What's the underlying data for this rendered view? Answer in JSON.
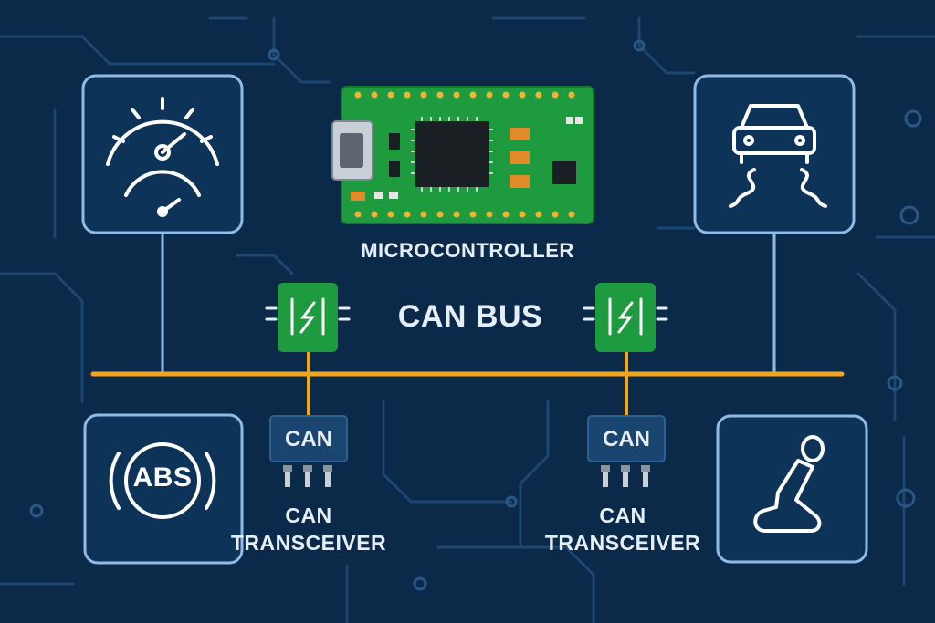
{
  "microcontroller": {
    "label": "MICROCONTROLLER"
  },
  "bus": {
    "label": "CAN BUS"
  },
  "transceivers": [
    {
      "chip_text": "CAN",
      "caption_line1": "CAN",
      "caption_line2": "TRANSCEIVER"
    },
    {
      "chip_text": "CAN",
      "caption_line1": "CAN",
      "caption_line2": "TRANSCEIVER"
    }
  ],
  "nodes": {
    "speedometer": {
      "icon": "speedometer-icon"
    },
    "traction": {
      "icon": "car-skid-icon"
    },
    "abs": {
      "icon": "abs-warning-icon",
      "text": "ABS"
    },
    "seat": {
      "icon": "car-seat-icon"
    }
  },
  "colors": {
    "background": "#0b2a4a",
    "trace": "#1d4670",
    "bus": "#f2a51f",
    "pcb_green": "#1e9a3f",
    "node_border": "#8fbbe6",
    "node_fill": "#0e3358"
  }
}
